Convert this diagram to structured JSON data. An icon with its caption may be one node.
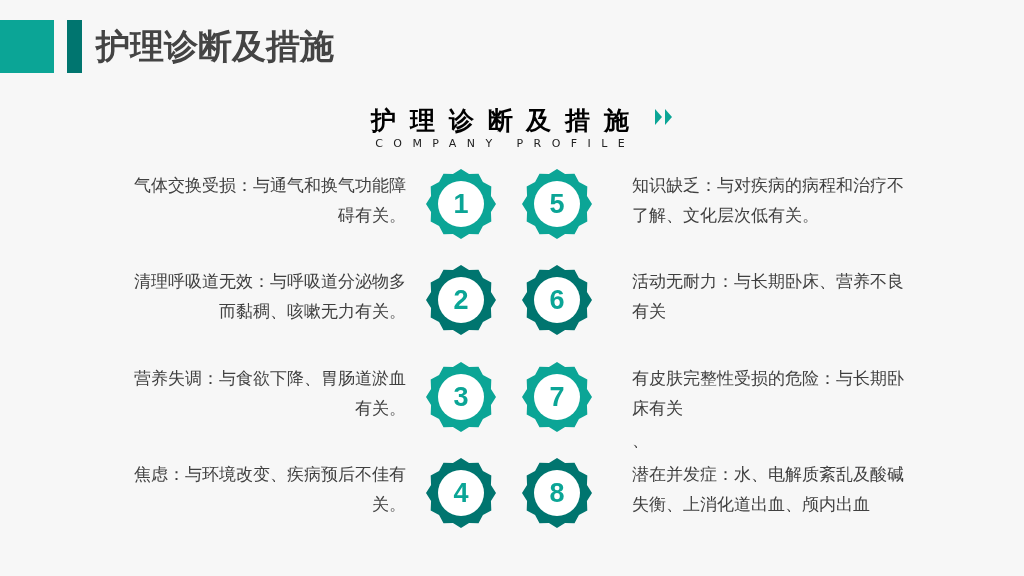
{
  "diagram": {
    "title": "护理诊断及措施",
    "nodes": [
      {
        "text": [
          "1"
        ],
        "beside": [
          "气体交换受损：与通气和换气功能障碍有关。"
        ]
      },
      {
        "text": [
          "2"
        ],
        "beside": [
          "清理呼吸道无效：与呼吸道分泌物多而黏稠、咳嗽无力有关。"
        ]
      },
      {
        "text": [
          "3"
        ],
        "beside": [
          "营养失调：与食欲下降、胃肠道淤血有关。"
        ]
      },
      {
        "text": [
          "4"
        ],
        "beside": [
          "焦虑：与环境改变、疾病预后不佳有关。"
        ]
      },
      {
        "text": [
          "5"
        ],
        "beside": [
          "知识缺乏：与对疾病的病程和治疗不了解、文化层次低有关。"
        ]
      },
      {
        "text": [
          "6"
        ],
        "beside": [
          "活动无耐力：与长期卧床、营养不良有关"
        ]
      },
      {
        "text": [
          "7"
        ],
        "beside": [
          "有皮肤完整性受损的危险：与长期卧床有关"
        ]
      },
      {
        "text": [
          "8"
        ],
        "beside": [
          "潜在并发症：水、电解质紊乱及酸碱失衡、上消化道出血、颅内出血"
        ]
      }
    ],
    "labels": [
      "护理诊断及措施",
      "COMPANY PROFILE",
      "、"
    ]
  }
}
